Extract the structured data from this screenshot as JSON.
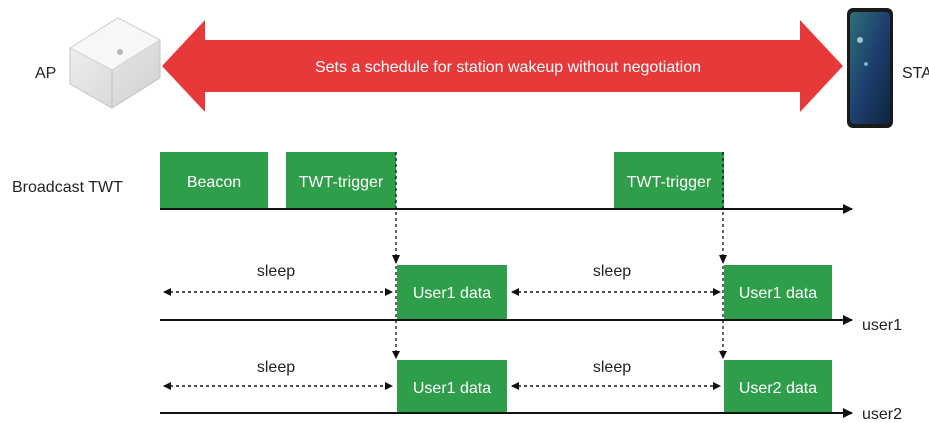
{
  "header": {
    "left_label": "AP",
    "right_label": "STA",
    "banner_text": "Sets a schedule for station wakeup without negotiation"
  },
  "rows": {
    "broadcast_label": "Broadcast TWT",
    "user1_label": "user1",
    "user2_label": "user2"
  },
  "frames": {
    "beacon": "Beacon",
    "trigger_1": "TWT-trigger",
    "trigger_2": "TWT-trigger"
  },
  "user1": {
    "sleep_1": "sleep",
    "data_1": "User1 data",
    "sleep_2": "sleep",
    "data_2": "User1 data"
  },
  "user2": {
    "sleep_1": "sleep",
    "data_1": "User1 data",
    "sleep_2": "sleep",
    "data_2": "User2 data"
  },
  "colors": {
    "green": "#2f9e4a",
    "red": "#e8393a",
    "line": "#111111"
  }
}
